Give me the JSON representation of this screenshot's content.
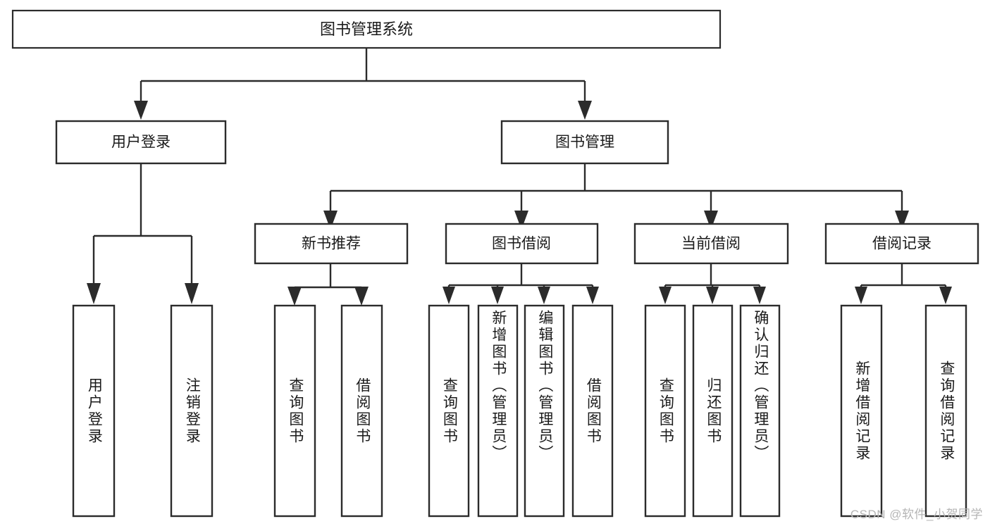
{
  "diagram": {
    "title": "图书管理系统",
    "type": "tree",
    "watermark": "CSDN @软件_小贺同学",
    "colors": {
      "stroke": "#2b2b2b",
      "fill": "#ffffff",
      "text": "#1a1a1a",
      "watermark": "#b5b5b5"
    },
    "root": {
      "label": "图书管理系统"
    },
    "level2": [
      {
        "label": "用户登录"
      },
      {
        "label": "图书管理"
      }
    ],
    "level3": [
      {
        "label": "新书推荐"
      },
      {
        "label": "图书借阅"
      },
      {
        "label": "当前借阅"
      },
      {
        "label": "借阅记录"
      }
    ],
    "leaves": {
      "user_login": [
        {
          "label": "用户登录"
        },
        {
          "label": "注销登录"
        }
      ],
      "new_book_recommend": [
        {
          "label": "查询图书"
        },
        {
          "label": "借阅图书"
        }
      ],
      "book_borrow": [
        {
          "label": "查询图书"
        },
        {
          "label": "新增图书（管理员）"
        },
        {
          "label": "编辑图书（管理员）"
        },
        {
          "label": "借阅图书"
        }
      ],
      "current_borrow": [
        {
          "label": "查询图书"
        },
        {
          "label": "归还图书"
        },
        {
          "label": "确认归还（管理员）"
        }
      ],
      "borrow_record": [
        {
          "label": "新增借阅记录"
        },
        {
          "label": "查询借阅记录"
        }
      ]
    }
  }
}
